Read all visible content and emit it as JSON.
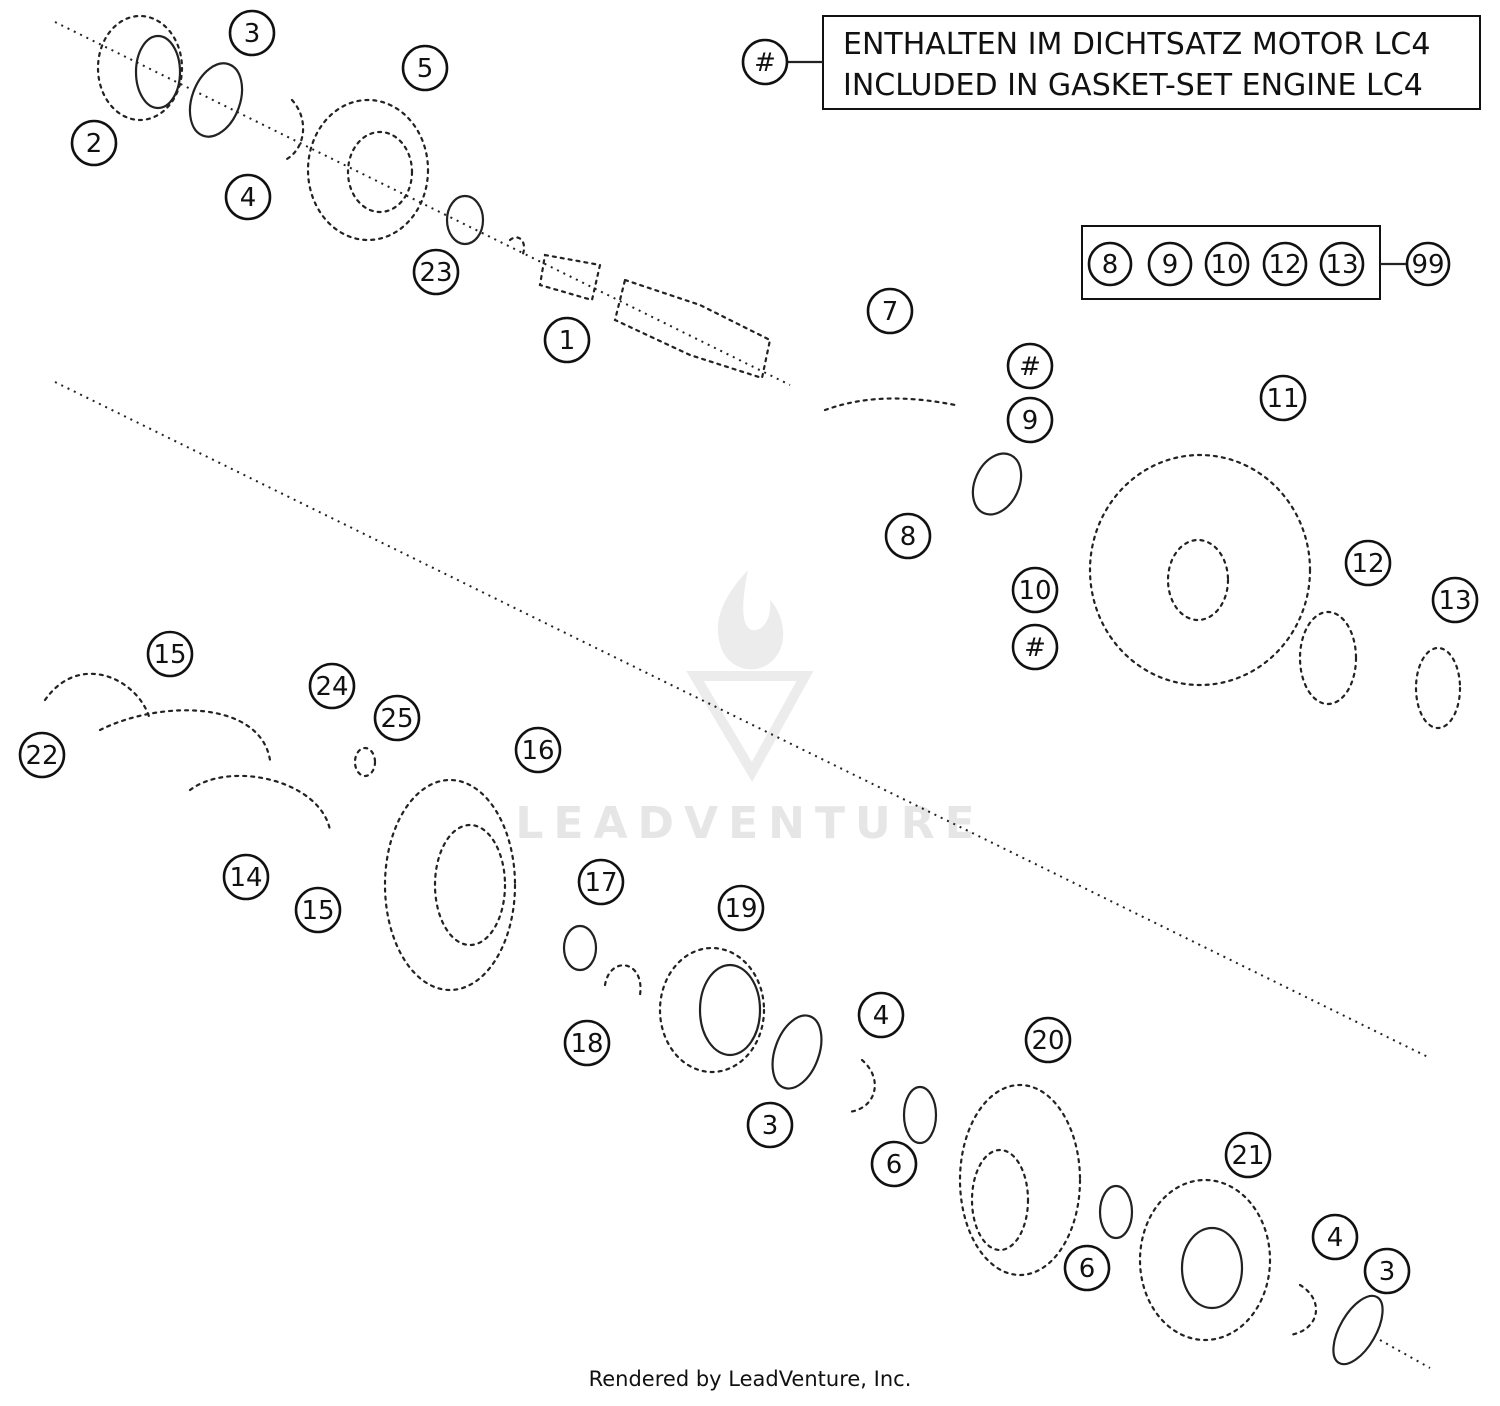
{
  "legend": {
    "symbol": "#",
    "line1": "ENTHALTEN IM DICHTSATZ MOTOR LC4",
    "line2": "INCLUDED IN GASKET-SET ENGINE LC4"
  },
  "kit_group": {
    "members": [
      "8",
      "9",
      "10",
      "12",
      "13"
    ],
    "kit": "99"
  },
  "callouts": [
    {
      "id": "c3a",
      "label": "3"
    },
    {
      "id": "c5a",
      "label": "5"
    },
    {
      "id": "c2",
      "label": "2"
    },
    {
      "id": "c4a",
      "label": "4"
    },
    {
      "id": "c23",
      "label": "23"
    },
    {
      "id": "c1",
      "label": "1"
    },
    {
      "id": "c7",
      "label": "7"
    },
    {
      "id": "chash1",
      "label": "#"
    },
    {
      "id": "c9",
      "label": "9"
    },
    {
      "id": "c11",
      "label": "11"
    },
    {
      "id": "c8",
      "label": "8"
    },
    {
      "id": "c10",
      "label": "10"
    },
    {
      "id": "chash2",
      "label": "#"
    },
    {
      "id": "c12",
      "label": "12"
    },
    {
      "id": "c13",
      "label": "13"
    },
    {
      "id": "c15a",
      "label": "15"
    },
    {
      "id": "c24",
      "label": "24"
    },
    {
      "id": "c25",
      "label": "25"
    },
    {
      "id": "c22",
      "label": "22"
    },
    {
      "id": "c16",
      "label": "16"
    },
    {
      "id": "c14",
      "label": "14"
    },
    {
      "id": "c15b",
      "label": "15"
    },
    {
      "id": "c17",
      "label": "17"
    },
    {
      "id": "c19",
      "label": "19"
    },
    {
      "id": "c18",
      "label": "18"
    },
    {
      "id": "c4b",
      "label": "4"
    },
    {
      "id": "c20",
      "label": "20"
    },
    {
      "id": "c3b",
      "label": "3"
    },
    {
      "id": "c6a",
      "label": "6"
    },
    {
      "id": "c21",
      "label": "21"
    },
    {
      "id": "c6b",
      "label": "6"
    },
    {
      "id": "c4c",
      "label": "4"
    },
    {
      "id": "c3c",
      "label": "3"
    }
  ],
  "watermark": "LEADVENTURE",
  "footer": "Rendered by LeadVenture, Inc."
}
